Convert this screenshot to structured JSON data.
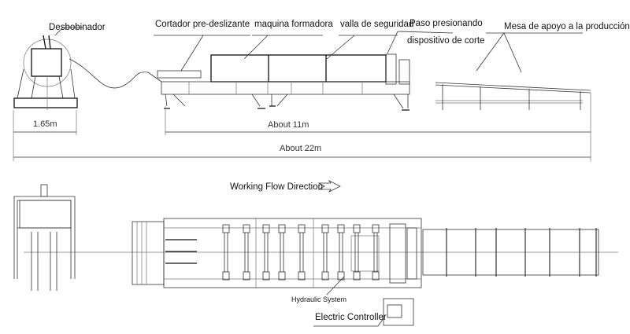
{
  "side_view": {
    "labels": {
      "decoiler": "Desbobinador",
      "pre_cutter": "Cortador pre-deslizante",
      "forming_machine": "maquina formadora",
      "safety_fence": "valla de seguridad",
      "press_step": "Paso presionando",
      "cutting_device": "dispositivo de corte",
      "runout_table": "Mesa de apoyo a la producción"
    },
    "dimensions": {
      "decoiler_width": "1.65m",
      "machine_length": "About 11m",
      "total_length": "About 22m"
    }
  },
  "plan_view": {
    "flow_direction": "Working Flow Direction",
    "hydraulic_system": "Hydraulic System",
    "electric_controller": "Electric Controller"
  },
  "colors": {
    "line": "#333333",
    "background": "#ffffff"
  }
}
